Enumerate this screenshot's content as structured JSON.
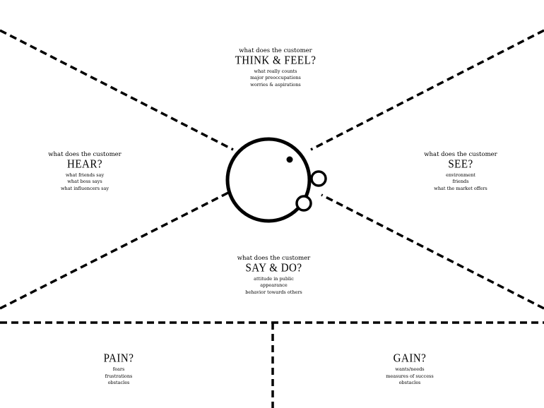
{
  "think_feel": {
    "question": "what does the customer",
    "heading": "THINK & FEEL?",
    "items": [
      "what really counts",
      "major preoccupations",
      "worries & aspirations"
    ]
  },
  "hear": {
    "question": "what does the customer",
    "heading": "HEAR?",
    "items": [
      "what friends say",
      "what boss says",
      "what influencers say"
    ]
  },
  "see": {
    "question": "what does the customer",
    "heading": "SEE?",
    "items": [
      "environment",
      "friends",
      "what the market offers"
    ]
  },
  "say_do": {
    "question": "what does the customer",
    "heading": "SAY & DO?",
    "items": [
      "attitude in public",
      "appearance",
      "behavior towards others"
    ]
  },
  "pain": {
    "heading": "PAIN?",
    "items": [
      "fears",
      "frustrations",
      "obstacles"
    ]
  },
  "gain": {
    "heading": "GAIN?",
    "items": [
      "wants/needs",
      "measures of success",
      "obstacles"
    ]
  },
  "colors": {
    "ink": "#000000",
    "background": "#ffffff"
  },
  "icons": [
    "head-icon"
  ]
}
